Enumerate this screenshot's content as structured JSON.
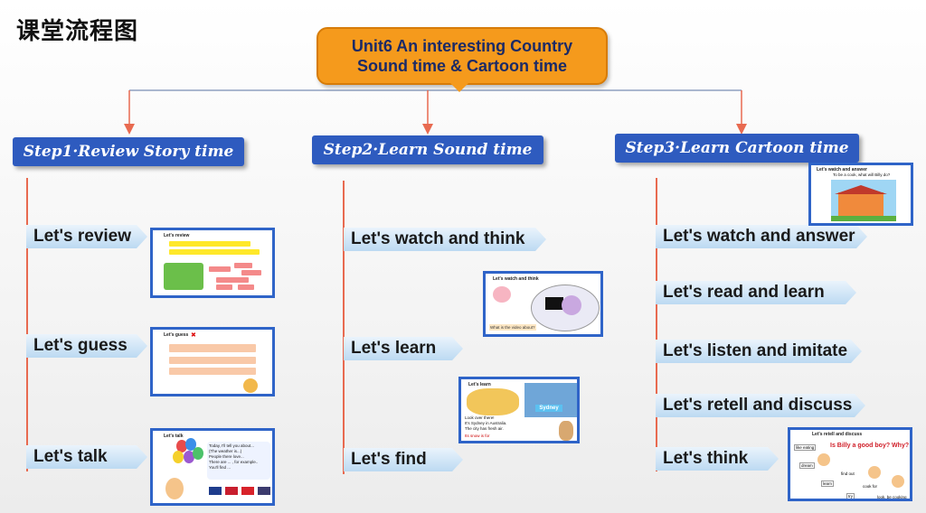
{
  "page_title": "课堂流程图",
  "topic": {
    "line1": "Unit6  An interesting Country",
    "line2": "Sound time & Cartoon time"
  },
  "steps": [
    {
      "label": "Step1·Review Story time",
      "items": [
        "Let's review",
        "Let's guess",
        "Let's talk"
      ]
    },
    {
      "label": "Step2·Learn Sound time",
      "items": [
        "Let's watch and think",
        "Let's learn",
        "Let's find"
      ]
    },
    {
      "label": "Step3·Learn Cartoon time",
      "items": [
        "Let's watch and answer",
        "Let's read and learn",
        "Let's listen and imitate",
        "Let's retell and discuss",
        "Let's think"
      ]
    }
  ],
  "thumbnails": {
    "review": {
      "title": "Let's review"
    },
    "guess": {
      "title": "Let's guess"
    },
    "talk": {
      "title": "Let's talk",
      "text": "Today, I'll tell you about...\n(The weather is...)\nPeople there love...\nThere are ... , for example..\nYou'll find ..."
    },
    "watch_think": {
      "title": "Let's watch and think",
      "question": "What is the video about?"
    },
    "learn": {
      "title": "Let's learn",
      "city": "Sydney",
      "text": "Look over there!\nIt's Sydney in Australia.\nThe city has fresh air.",
      "text2": "Its snow is for"
    },
    "watch_answer": {
      "title": "Let's watch and answer",
      "question": "To be a cook, what will Billy do?"
    },
    "retell": {
      "title": "Let's retell and discuss",
      "question": "Is Billy a good boy?  Why?",
      "words": [
        "like eating",
        "dream",
        "learn",
        "try",
        "find out",
        "cook for",
        "look, be cooking"
      ]
    }
  },
  "colors": {
    "accent_orange": "#f59a1c",
    "step_blue": "#2e5bbf",
    "connector": "#e86a50"
  }
}
